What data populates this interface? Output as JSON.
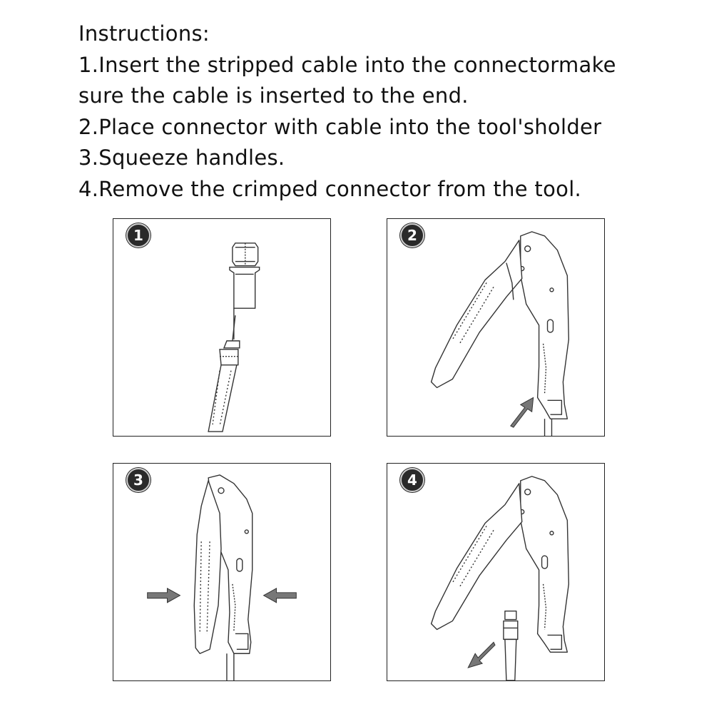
{
  "instructions": {
    "heading": "Instructions:",
    "steps": [
      "1.Insert the stripped cable into the connectormake",
      "sure the cable is inserted to the end.",
      "2.Place connector with cable into the tool'sholder",
      "3.Squeeze handles.",
      "4.Remove the crimped connector from the tool."
    ]
  },
  "panels": [
    {
      "step": "1",
      "icon": "connector-and-cable-icon"
    },
    {
      "step": "2",
      "icon": "crimp-tool-open-icon"
    },
    {
      "step": "3",
      "icon": "crimp-tool-squeeze-icon"
    },
    {
      "step": "4",
      "icon": "crimp-tool-remove-icon"
    }
  ],
  "colors": {
    "text": "#111111",
    "line_art": "#333333",
    "badge": "#2a2a2a",
    "background": "#ffffff"
  }
}
